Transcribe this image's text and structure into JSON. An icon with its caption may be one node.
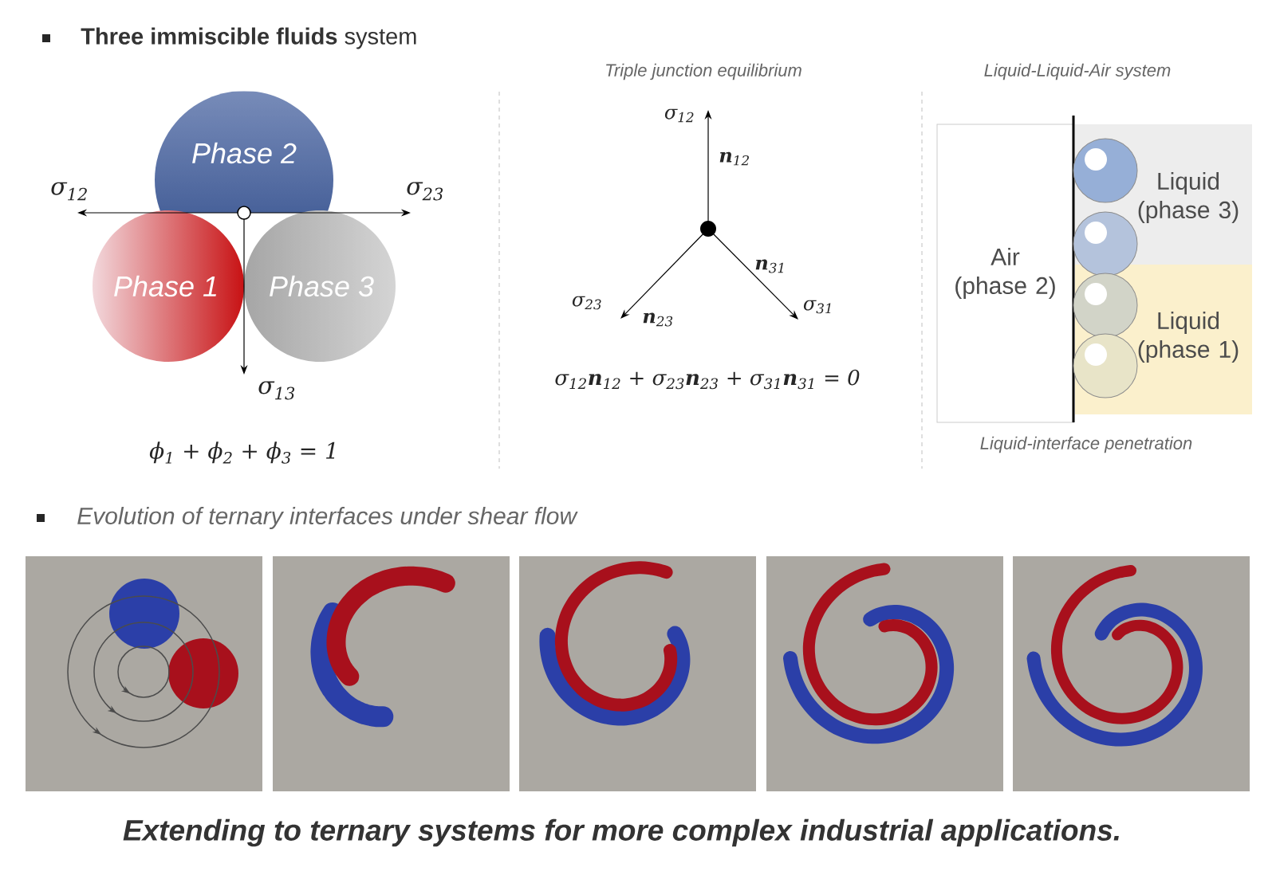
{
  "diagram": {
    "title": "**Three immiscible fluids** system",
    "caption": "Extending to ternary systems for more complex industrial  applications.",
    "nodes": [
      {
        "text": [
          "Phase 2"
        ]
      },
      {
        "text": [
          "Phase 1"
        ]
      },
      {
        "text": [
          "Phase 3"
        ]
      },
      {
        "text": [
          "Air (phase 2)"
        ]
      },
      {
        "text": [
          "Liquid (phase 3)"
        ]
      },
      {
        "text": [
          "Liquid (phase 1)"
        ]
      }
    ],
    "labels": [
      "σ$_{12}$",
      "σ$_{23}$",
      "σ$_{13}$",
      "ϕ$_{1}$ + ϕ$_{2}$ + ϕ$_{3}$ = 1",
      "Triple junction equilibrium",
      "σ$_{12}$",
      "**n**$_{12}$",
      "**n**$_{31}$",
      "σ$_{23}$",
      "**n**$_{23}$",
      "σ$_{31}$",
      "σ$_{12}$**n**$_{12}$ + σ$_{23}$**n**$_{23}$ + σ$_{31}$**n**$_{31}$ = 0",
      "Liquid-Liquid-Air system",
      "Liquid-interface penetration",
      "Evolution of ternary interfaces under shear flow"
    ]
  }
}
